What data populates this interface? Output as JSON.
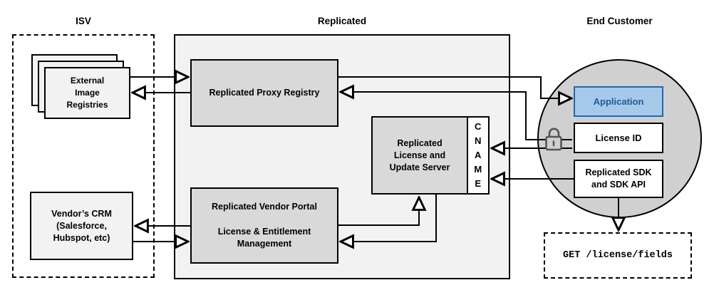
{
  "sections": {
    "isv": {
      "title": "ISV"
    },
    "replicated": {
      "title": "Replicated"
    },
    "end_customer": {
      "title": "End Customer"
    }
  },
  "nodes": {
    "external_registries": {
      "label": "External\nImage\nRegistries"
    },
    "vendor_crm": {
      "label": "Vendor’s CRM\n(Salesforce,\nHubspot, etc)"
    },
    "proxy_registry": {
      "label": "Replicated Proxy Registry"
    },
    "vendor_portal": {
      "label": "Replicated Vendor Portal\n\nLicense & Entitlement\nManagement"
    },
    "license_update_server": {
      "label": "Replicated\nLicense and\nUpdate Server"
    },
    "cname": {
      "label": "C\nN\nA\nM\nE"
    },
    "application": {
      "label": "Application"
    },
    "license_id": {
      "label": "License ID"
    },
    "replicated_sdk": {
      "label": "Replicated SDK\nand SDK API"
    },
    "get_license_fields": {
      "label": "GET /license/fields"
    }
  },
  "icons": {
    "license_lock": "open-padlock-icon"
  },
  "colors": {
    "replicated_section_bg": "#f2f2f2",
    "gray_node_fill": "#d9d9d9",
    "light_node_fill": "#f2f2f2",
    "customer_circle_fill": "#d0d0d0",
    "application_fill": "#a7c9e9",
    "application_border": "#2b66a3",
    "application_text": "#1e5a96",
    "line_color": "#000000",
    "lock_color": "#555555"
  }
}
